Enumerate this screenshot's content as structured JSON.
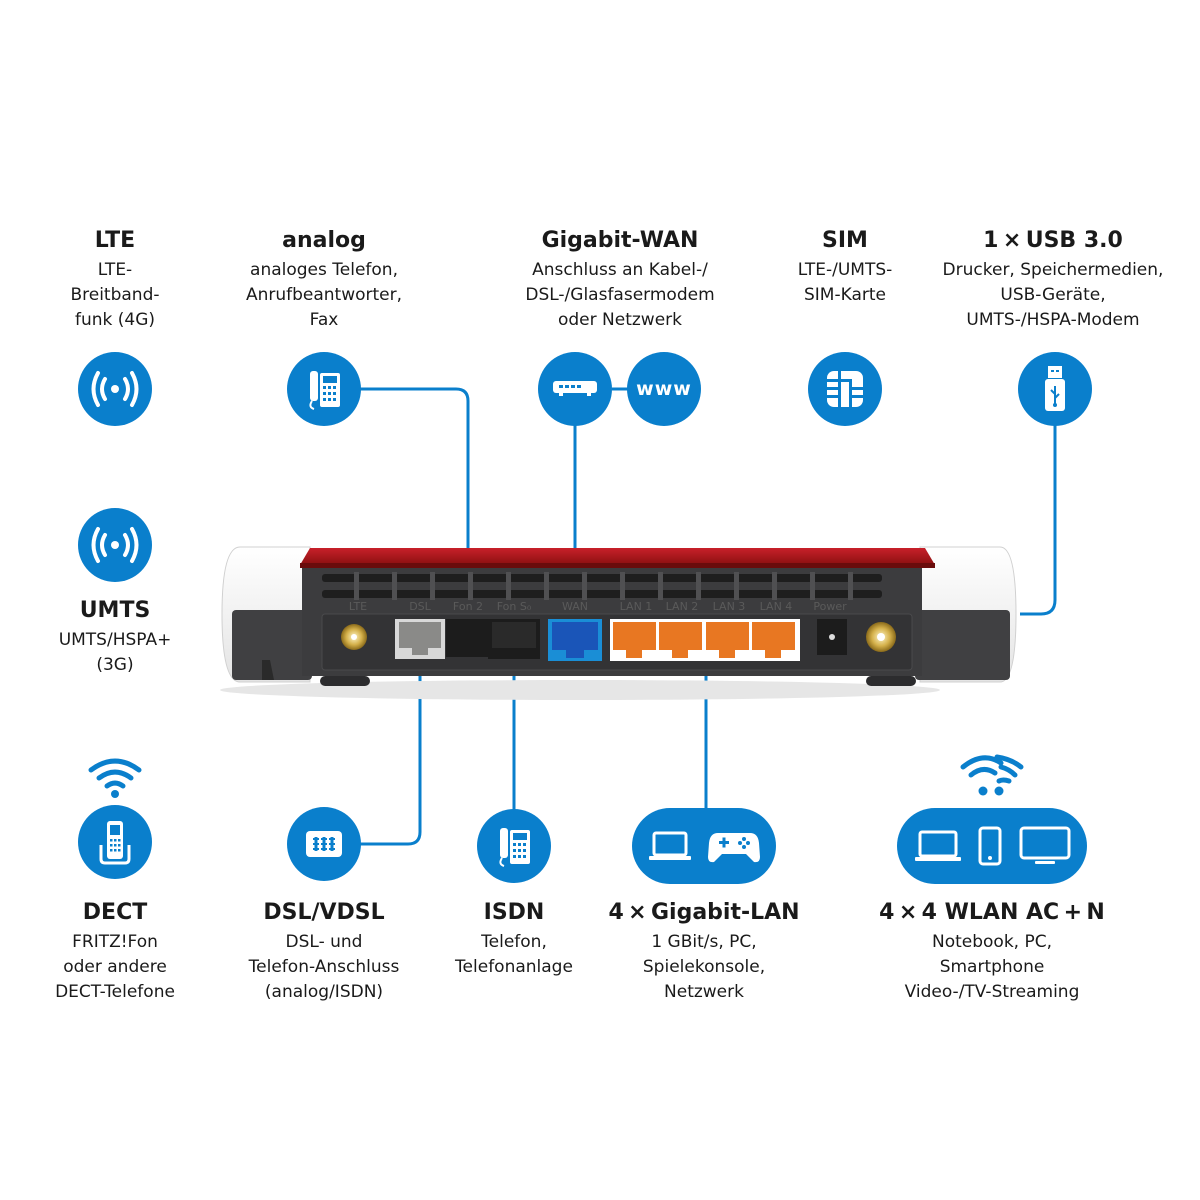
{
  "colors": {
    "accent": "#0a7fcc",
    "router_red": "#a31515",
    "router_body": "#3a3a3c",
    "lan_port": "#e87722",
    "wan_port": "#1a6fcf",
    "dsl_port": "#b8b8b8"
  },
  "top": [
    {
      "id": "lte",
      "title": "LTE",
      "desc": [
        "LTE-",
        "Breitband-",
        "funk (4G)"
      ],
      "icon": "radio-signal-icon"
    },
    {
      "id": "analog",
      "title": "analog",
      "desc": [
        "analoges Telefon,",
        "Anrufbeantworter,",
        "Fax"
      ],
      "icon": "desk-phone-icon"
    },
    {
      "id": "wan",
      "title": "Gigabit-WAN",
      "desc": [
        "Anschluss an Kabel-/",
        "DSL-/Glasfasermodem",
        "oder Netzwerk"
      ],
      "icon": "modem-icon",
      "icon2": "www-icon",
      "icon2_text": "www"
    },
    {
      "id": "sim",
      "title": "SIM",
      "desc": [
        "LTE-/UMTS-",
        "SIM-Karte"
      ],
      "icon": "sim-card-icon"
    },
    {
      "id": "usb",
      "title": "1 × USB 3.0",
      "desc": [
        "Drucker, Speichermedien,",
        "USB-Geräte,",
        "UMTS-/HSPA-Modem"
      ],
      "icon": "usb-stick-icon"
    }
  ],
  "middle": {
    "id": "umts",
    "title": "UMTS",
    "desc": [
      "UMTS/HSPA+",
      "(3G)"
    ],
    "icon": "radio-signal-icon"
  },
  "bottom": [
    {
      "id": "dect",
      "title": "DECT",
      "desc": [
        "FRITZ!Fon",
        "oder andere",
        "DECT-Telefone"
      ],
      "icon": "cordless-phone-icon"
    },
    {
      "id": "dsl",
      "title": "DSL/VDSL",
      "desc": [
        "DSL- und",
        "Telefon-Anschluss",
        "(analog/ISDN)"
      ],
      "icon": "dsl-splitter-icon"
    },
    {
      "id": "isdn",
      "title": "ISDN",
      "desc": [
        "Telefon,",
        "Telefonanlage"
      ],
      "icon": "desk-phone-icon"
    },
    {
      "id": "lan",
      "title": "4 × Gigabit-LAN",
      "desc": [
        "1 GBit/s, PC,",
        "Spielekonsole,",
        "Netzwerk"
      ],
      "icon": "laptop-gamepad-icon"
    },
    {
      "id": "wlan",
      "title": "4 × 4 WLAN AC + N",
      "desc": [
        "Notebook, PC,",
        "Smartphone",
        "Video-/TV-Streaming"
      ],
      "icon": "laptop-phone-tv-icon"
    }
  ],
  "router": {
    "port_labels": [
      "LTE",
      "DSL",
      "Fon 2",
      "Fon S₀",
      "WAN",
      "LAN 1",
      "LAN 2",
      "LAN 3",
      "LAN 4",
      "Power"
    ]
  }
}
